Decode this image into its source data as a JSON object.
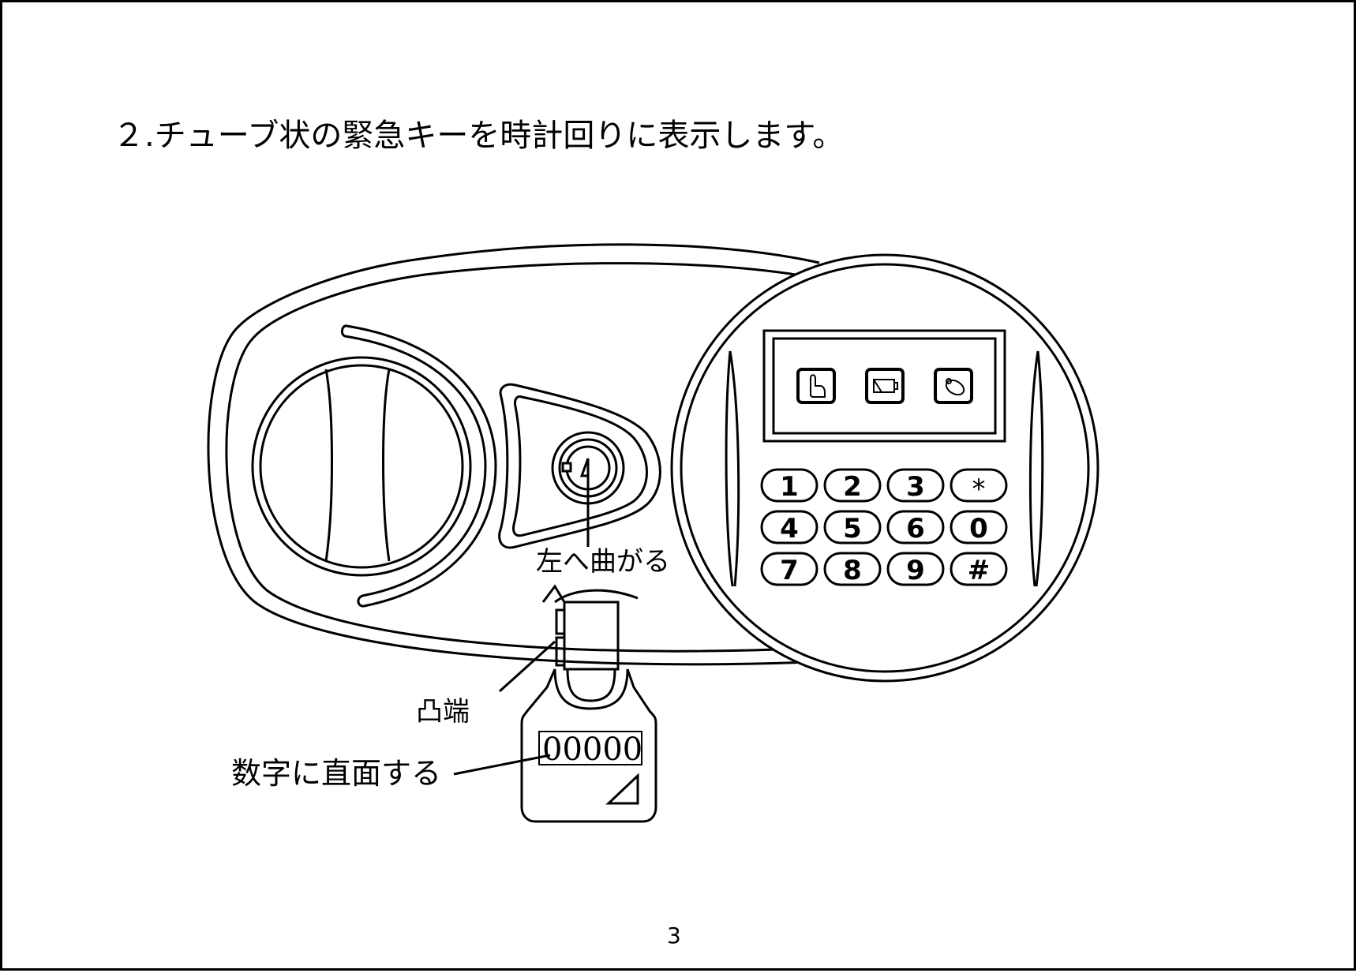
{
  "document": {
    "heading": "２.チューブ状の緊急キーを時計回りに表示します。",
    "page_number": "3"
  },
  "labels": {
    "turn_left": "左へ曲がる",
    "convex_end": "凸端",
    "face_number": "数字に直面する",
    "key_number": "00000"
  },
  "display_icons": [
    "finger-touch-icon",
    "battery-icon",
    "key-fob-icon"
  ],
  "keypad": {
    "keys": [
      "1",
      "2",
      "3",
      "*",
      "4",
      "5",
      "6",
      "0",
      "7",
      "8",
      "9",
      "#"
    ]
  }
}
